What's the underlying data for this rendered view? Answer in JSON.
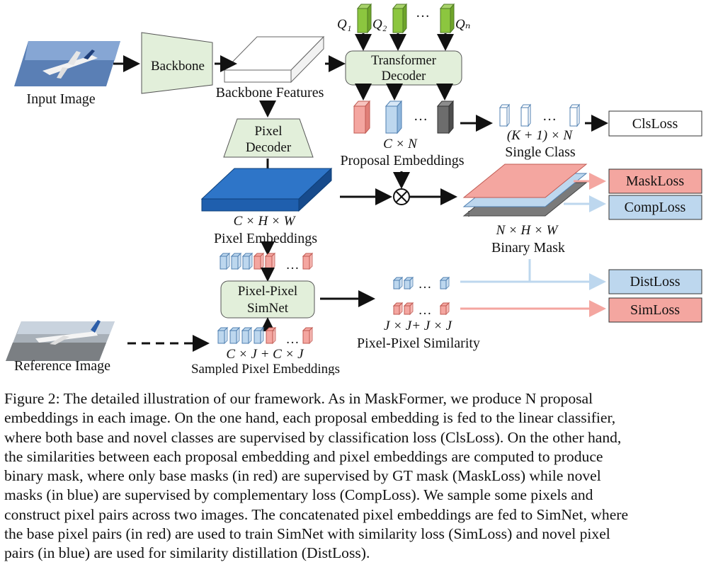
{
  "diagram": {
    "input_image_label": "Input Image",
    "backbone_label": "Backbone",
    "backbone_features_label": "Backbone Features",
    "pixel_decoder_label_1": "Pixel",
    "pixel_decoder_label_2": "Decoder",
    "transformer_decoder_label_1": "Transformer",
    "transformer_decoder_label_2": "Decoder",
    "queries": [
      "Q₁",
      "Q₂",
      "Qₙ"
    ],
    "ellipsis": "…",
    "proposal_dims": "C × N",
    "proposal_embeddings_label": "Proposal Embeddings",
    "single_class_dims": "(K + 1) × N",
    "single_class_label": "Single Class",
    "pixel_dims": "C × H × W",
    "pixel_embeddings_label": "Pixel Embeddings",
    "mask_dims": "N × H × W",
    "binary_mask_label": "Binary Mask",
    "simnet_label_1": "Pixel-Pixel",
    "simnet_label_2": "SimNet",
    "similarity_dims": "J × J+ J × J",
    "similarity_label": "Pixel-Pixel Similarity",
    "sampled_dims": "C × J + C × J",
    "sampled_label": "Sampled Pixel Embeddings",
    "reference_image_label": "Reference Image",
    "losses": {
      "cls": "ClsLoss",
      "mask": "MaskLoss",
      "comp": "CompLoss",
      "dist": "DistLoss",
      "sim": "SimLoss"
    }
  },
  "colors": {
    "module_fill": "#e2efda",
    "pixel_embed_blue": "#1f6fbf",
    "base_red": "#f4a6a0",
    "novel_blue": "#bdd7ee",
    "query_green": "#8cc63f",
    "proposal_gray": "#6d6d6d"
  },
  "caption": {
    "lines": [
      "Figure 2: The detailed illustration of our framework. As in MaskFormer, we produce N proposal",
      "embeddings in each image. On the one hand, each proposal embedding is fed to the linear classifier,",
      "where both base and novel classes are supervised by classification loss (ClsLoss). On the other hand,",
      "the similarities between each proposal embedding and pixel embeddings are computed to produce",
      "binary mask, where only base masks (in red) are supervised by GT mask (MaskLoss) while novel",
      "masks (in blue) are supervised by complementary loss (CompLoss). We sample some pixels and",
      "construct pixel pairs across two images. The concatenated pixel embeddings are fed to SimNet, where",
      "the base pixel pairs (in red) are used to train SimNet with similarity loss (SimLoss) and novel pixel",
      "pairs (in blue) are used for similarity distillation (DistLoss)."
    ]
  }
}
